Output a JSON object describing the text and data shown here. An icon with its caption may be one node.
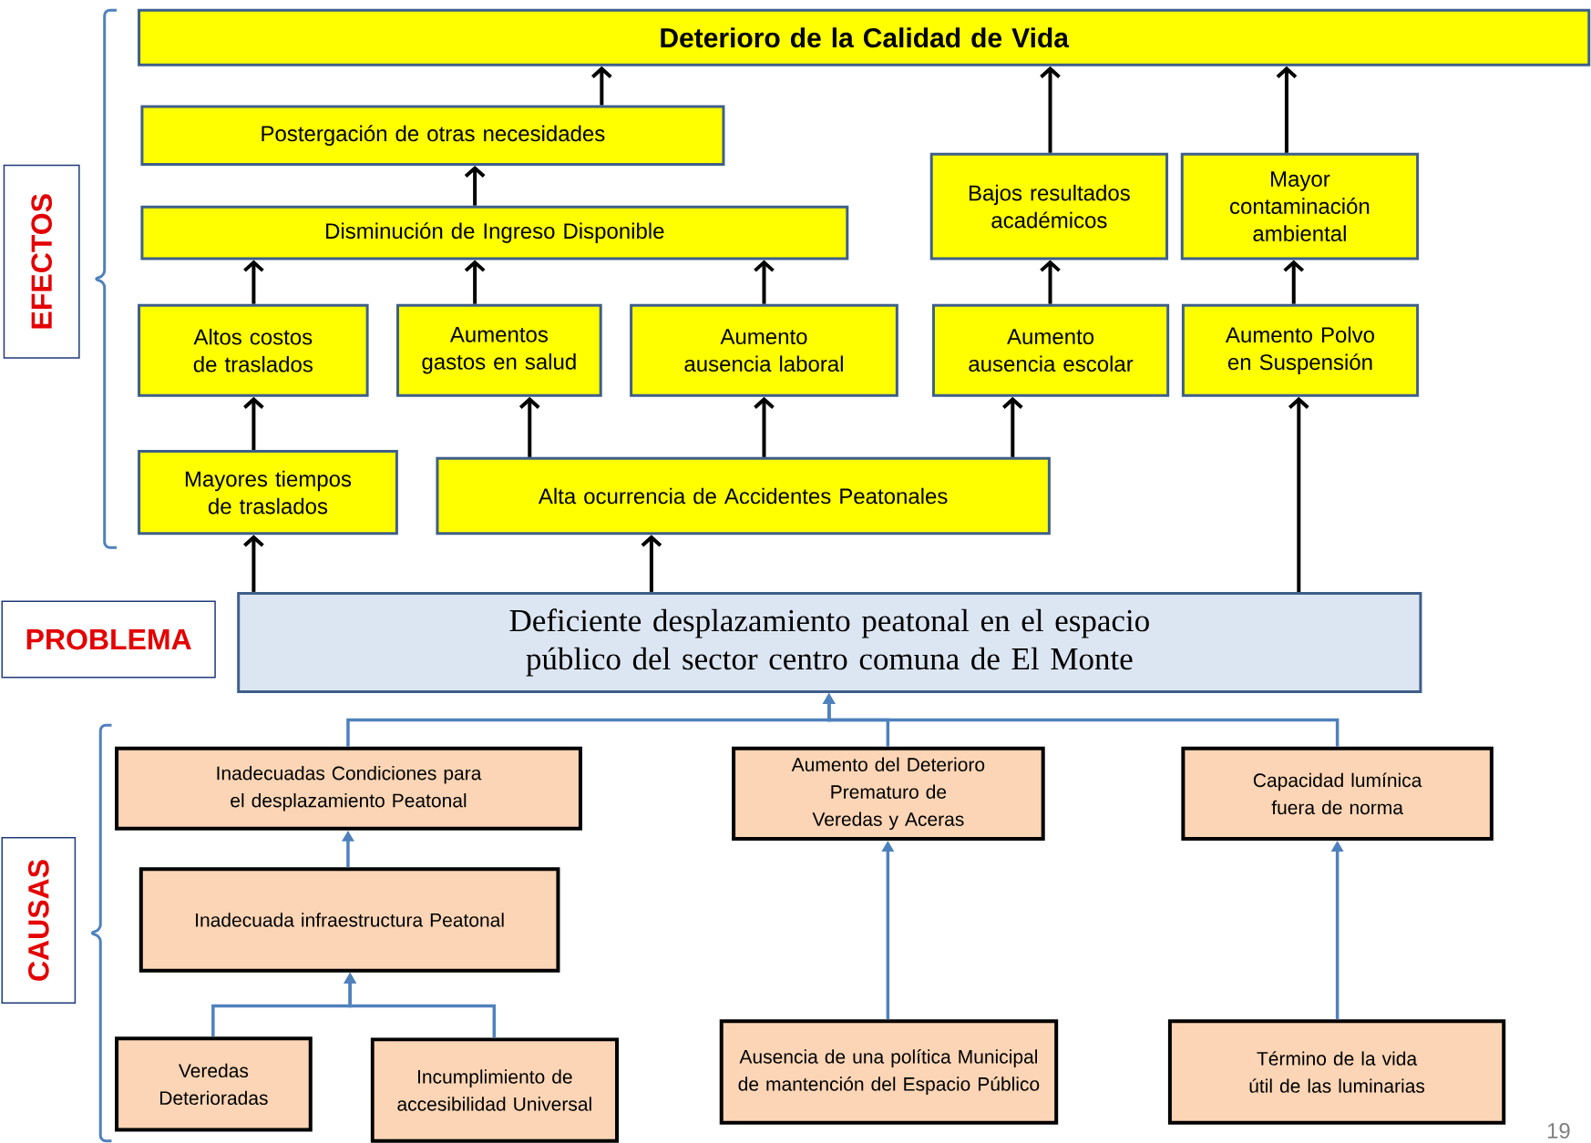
{
  "diagram": {
    "nodes": [
      {
        "text": [
          "Deterioro de la Calidad de Vida"
        ]
      },
      {
        "text": [
          "Postergación de otras necesidades"
        ]
      },
      {
        "text": [
          "Disminución de Ingreso Disponible"
        ]
      },
      {
        "text": [
          "Bajos resultados académicos"
        ]
      },
      {
        "text": [
          "Mayor contaminación ambiental"
        ]
      },
      {
        "text": [
          "Altos costos de traslados"
        ]
      },
      {
        "text": [
          "Aumentos gastos en salud"
        ]
      },
      {
        "text": [
          "Aumento ausencia laboral"
        ]
      },
      {
        "text": [
          "Aumento ausencia escolar"
        ]
      },
      {
        "text": [
          "Aumento Polvo en Suspensión"
        ]
      },
      {
        "text": [
          "Mayores tiempos de traslados"
        ]
      },
      {
        "text": [
          "Alta ocurrencia de Accidentes Peatonales"
        ]
      },
      {
        "text": [
          "Deficiente desplazamiento peatonal en el espacio público del sector centro comuna de El Monte"
        ]
      },
      {
        "text": [
          "Inadecuadas Condiciones para el desplazamiento Peatonal"
        ]
      },
      {
        "text": [
          "Aumento del Deterioro Prematuro de Veredas y Aceras"
        ]
      },
      {
        "text": [
          "Capacidad lumínica fuera de norma"
        ]
      },
      {
        "text": [
          "Inadecuada infraestructura Peatonal"
        ]
      },
      {
        "text": [
          "Veredas Deterioradas"
        ]
      },
      {
        "text": [
          "Incumplimiento de accesibilidad Universal"
        ]
      },
      {
        "text": [
          "Ausencia de una política Municipal de mantención del Espacio Público"
        ]
      },
      {
        "text": [
          "Término de la vida útil de las luminarias"
        ]
      },
      {
        "text": [
          "EFECTOS"
        ]
      },
      {
        "text": [
          "PROBLEMA"
        ]
      },
      {
        "text": [
          "CAUSAS"
        ]
      }
    ],
    "edges": [
      {
        "from": 1,
        "to": 0,
        "arrow": "to"
      },
      {
        "from": 2,
        "to": 1,
        "arrow": "to"
      },
      {
        "from": 3,
        "to": 0,
        "arrow": "to"
      },
      {
        "from": 4,
        "to": 0,
        "arrow": "to"
      },
      {
        "from": 5,
        "to": 2,
        "arrow": "to"
      },
      {
        "from": 6,
        "to": 2,
        "arrow": "to"
      },
      {
        "from": 7,
        "to": 2,
        "arrow": "to"
      },
      {
        "from": 8,
        "to": 3,
        "arrow": "to"
      },
      {
        "from": 9,
        "to": 4,
        "arrow": "to"
      },
      {
        "from": 10,
        "to": 5,
        "arrow": "to"
      },
      {
        "from": 11,
        "to": 6,
        "arrow": "to"
      },
      {
        "from": 11,
        "to": 7,
        "arrow": "to"
      },
      {
        "from": 11,
        "to": 8,
        "arrow": "to"
      },
      {
        "from": 12,
        "to": 10,
        "arrow": "to"
      },
      {
        "from": 12,
        "to": 11,
        "arrow": "to"
      },
      {
        "from": 12,
        "to": 9,
        "arrow": "to"
      },
      {
        "from": 13,
        "to": 12,
        "arrow": "to",
        "color": "#4f81bd"
      },
      {
        "from": 14,
        "to": 12,
        "arrow": "to",
        "color": "#4f81bd"
      },
      {
        "from": 15,
        "to": 12,
        "arrow": "to",
        "color": "#4f81bd"
      },
      {
        "from": 16,
        "to": 13,
        "arrow": "to",
        "color": "#4f81bd"
      },
      {
        "from": 17,
        "to": 16,
        "arrow": "to",
        "color": "#4f81bd"
      },
      {
        "from": 18,
        "to": 16,
        "arrow": "to",
        "color": "#4f81bd"
      },
      {
        "from": 19,
        "to": 14,
        "arrow": "to",
        "color": "#4f81bd"
      },
      {
        "from": 20,
        "to": 15,
        "arrow": "to",
        "color": "#4f81bd"
      }
    ],
    "labels": [
      "19"
    ]
  }
}
